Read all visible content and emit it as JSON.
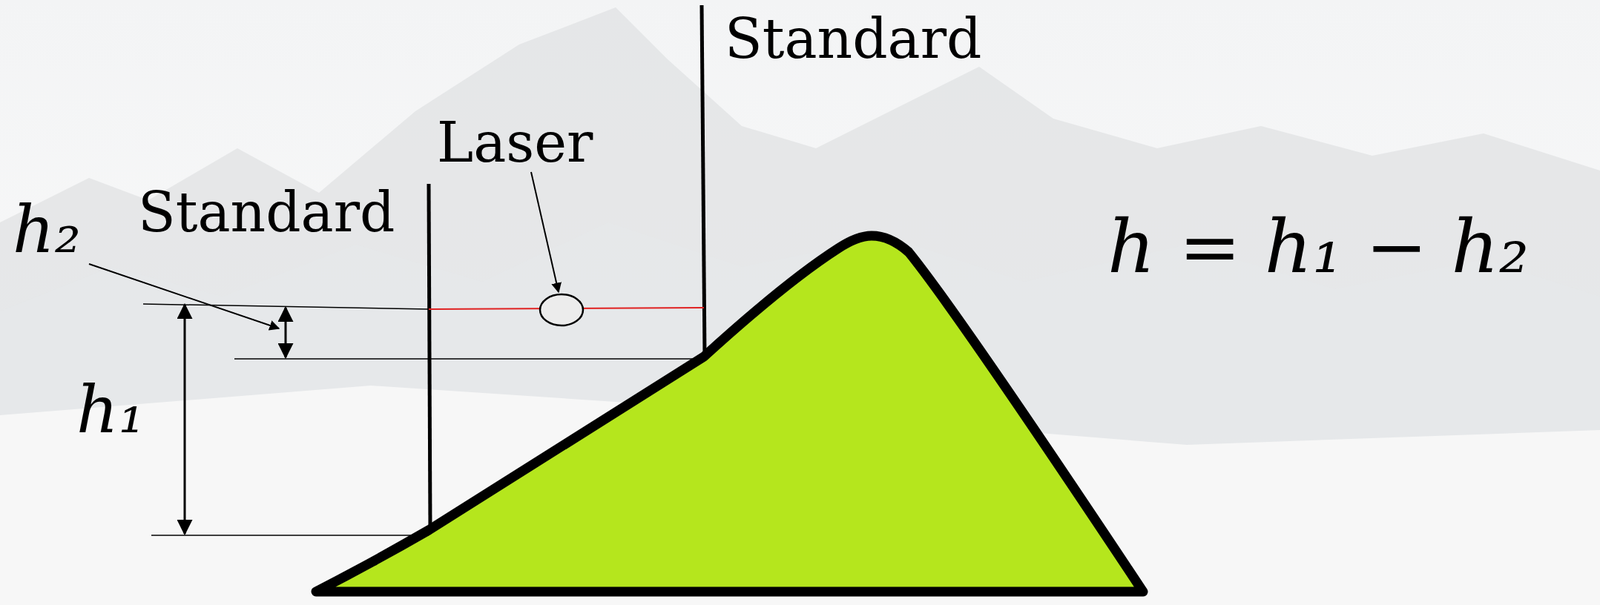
{
  "diagram": {
    "labels": [
      "Standard",
      "Laser",
      "h₂",
      "Standard",
      "h₁",
      "h = h₁ − h₂"
    ]
  }
}
